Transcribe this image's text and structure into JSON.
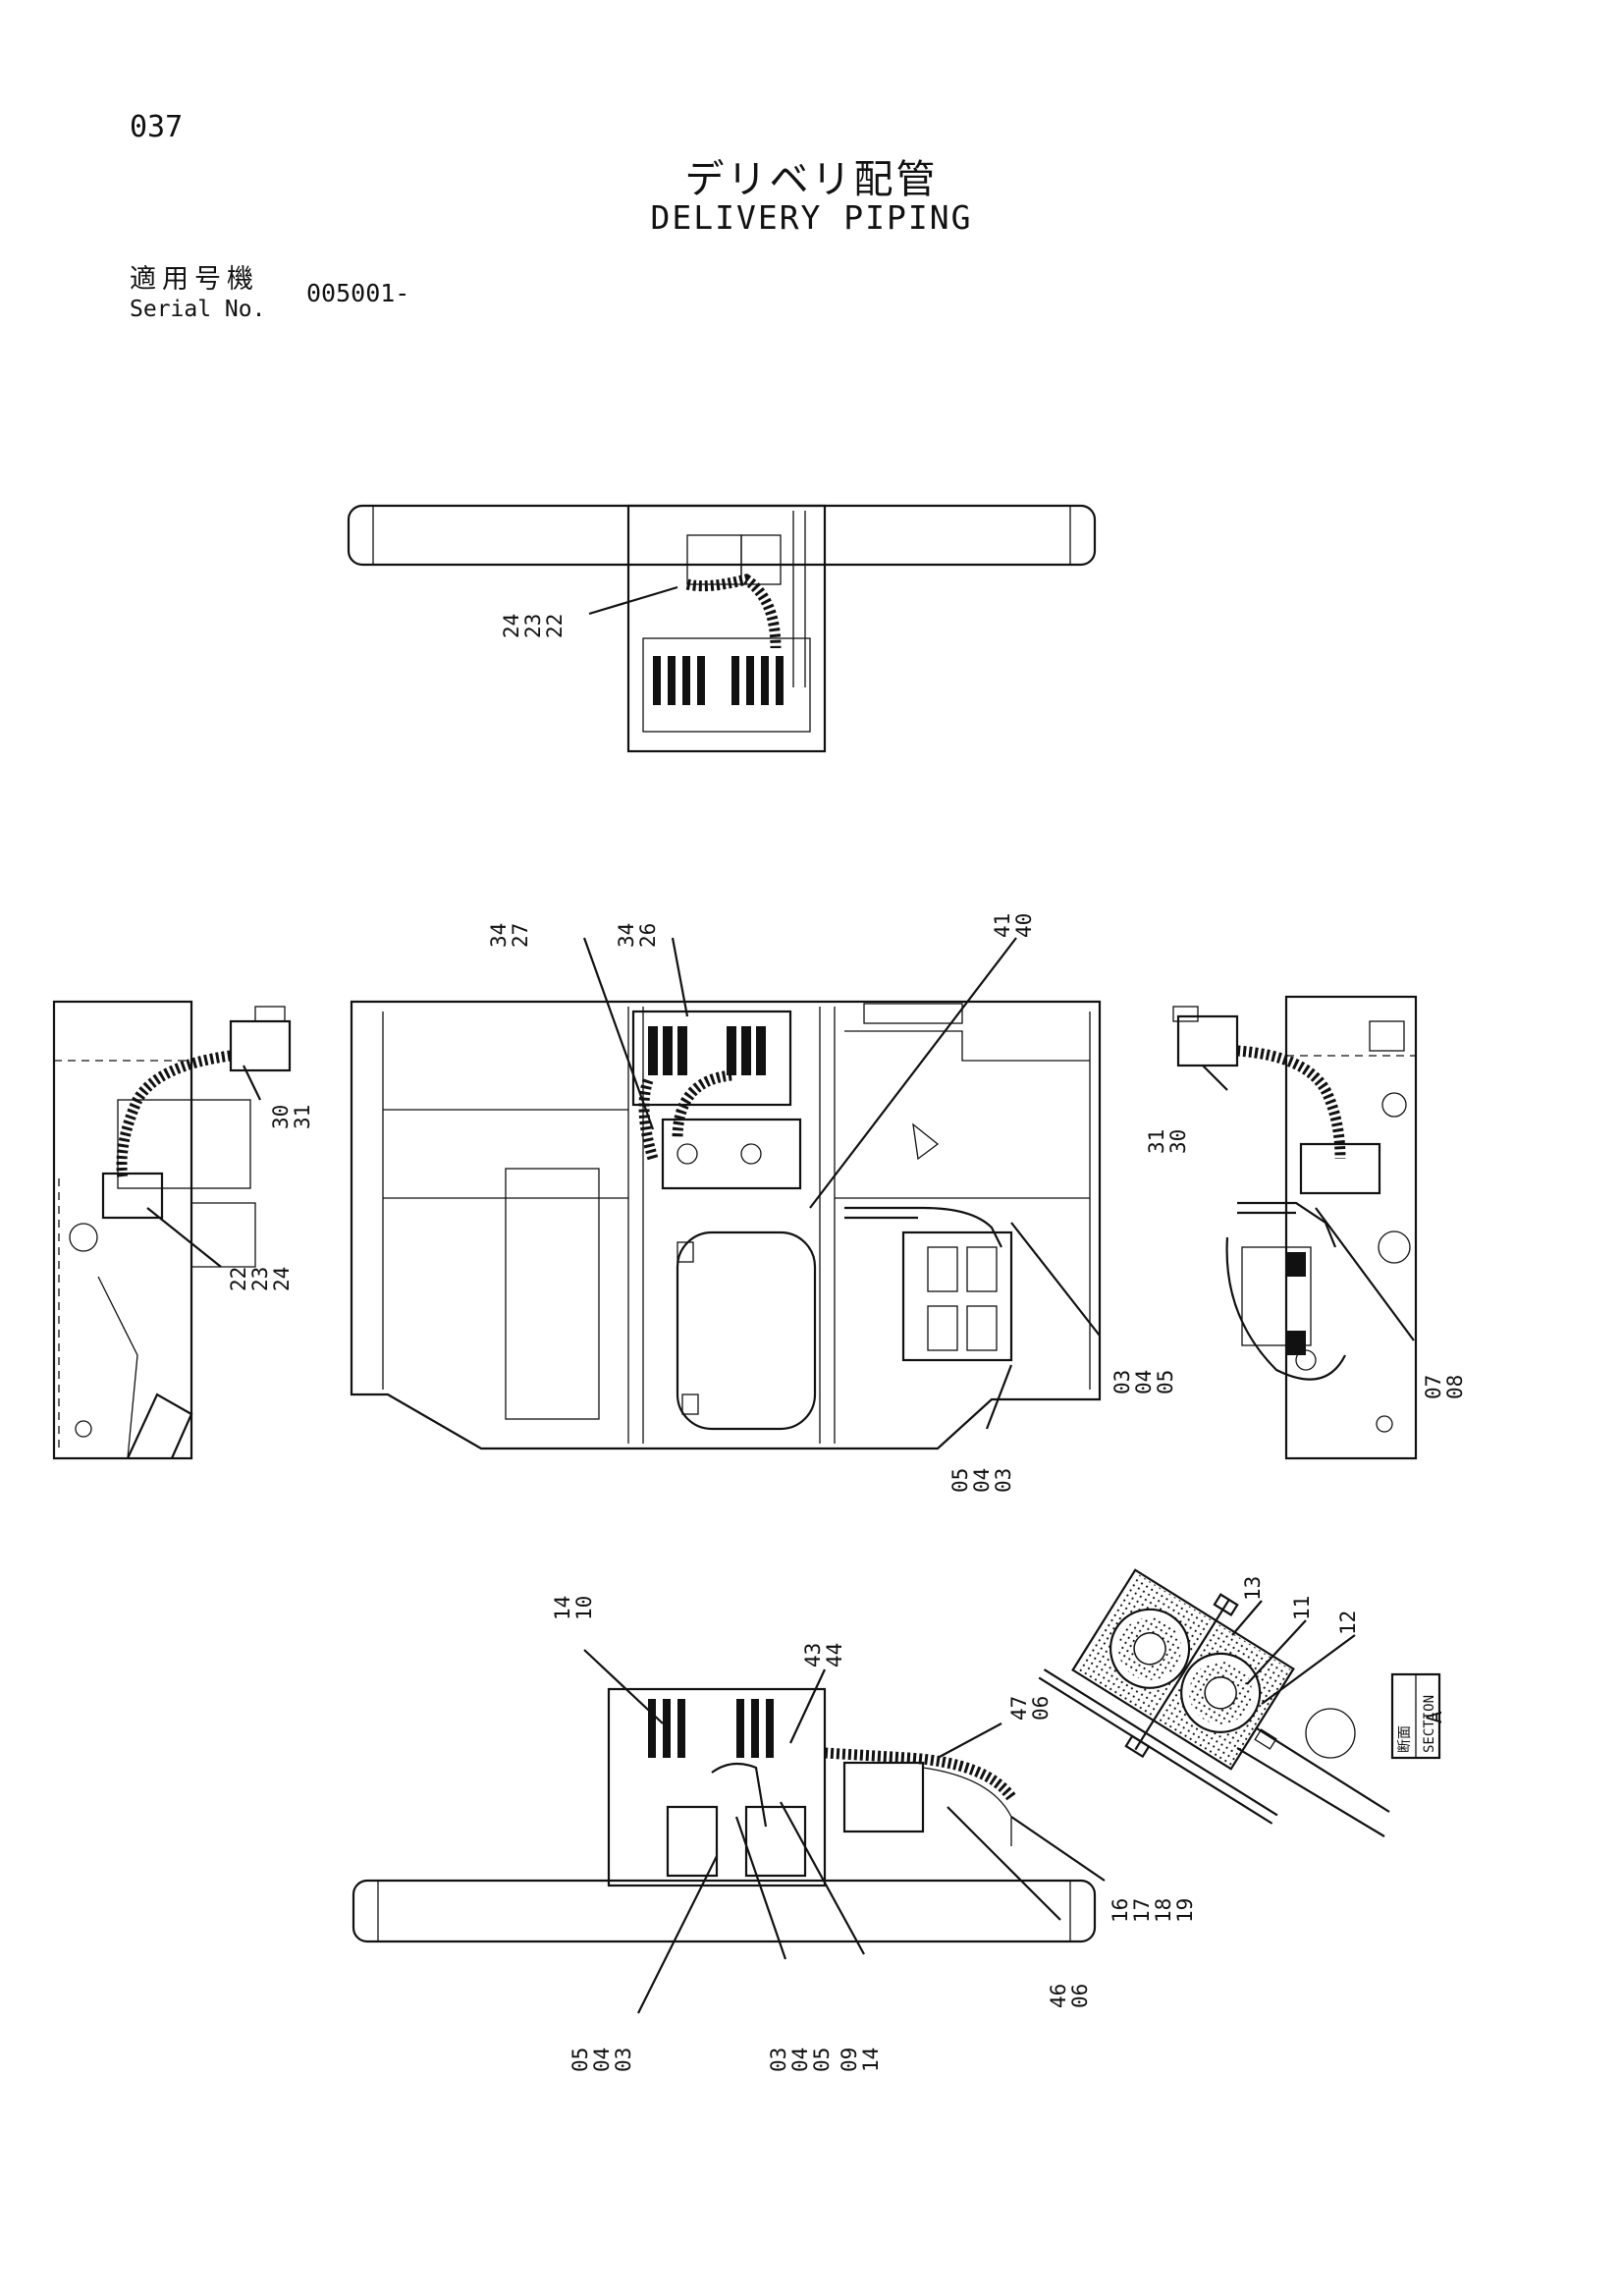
{
  "header": {
    "page_number": "037",
    "title_jp": "デリベリ配管",
    "title_en": "DELIVERY PIPING",
    "serial_label_jp": "適用号機",
    "serial_label_en": "Serial No.",
    "serial_value": "005001-"
  },
  "callouts": {
    "top_view": [
      "24",
      "23",
      "22"
    ],
    "left_view_a": [
      "30",
      "31"
    ],
    "left_view_b": [
      "22",
      "23",
      "24"
    ],
    "center_a": [
      "34",
      "27"
    ],
    "center_b": [
      "34",
      "26"
    ],
    "center_c": [
      "41",
      "40"
    ],
    "center_d": [
      "03",
      "04",
      "05"
    ],
    "center_e": [
      "05",
      "04",
      "03"
    ],
    "right_view_a": [
      "31",
      "30"
    ],
    "right_view_b": [
      "07",
      "08"
    ],
    "bottom_a": [
      "14",
      "10"
    ],
    "bottom_b": [
      "43",
      "44"
    ],
    "bottom_c": [
      "47",
      "06"
    ],
    "bottom_d": [
      "16",
      "17",
      "18",
      "19"
    ],
    "bottom_e": [
      "46",
      "06"
    ],
    "bottom_f": [
      "09",
      "14"
    ],
    "bottom_g": [
      "03",
      "04",
      "05"
    ],
    "bottom_h": [
      "05",
      "04",
      "03"
    ],
    "section_a": [
      "13",
      "11",
      "12"
    ]
  },
  "section": {
    "jp": "断面",
    "en": "SECTION",
    "letter": "A"
  }
}
